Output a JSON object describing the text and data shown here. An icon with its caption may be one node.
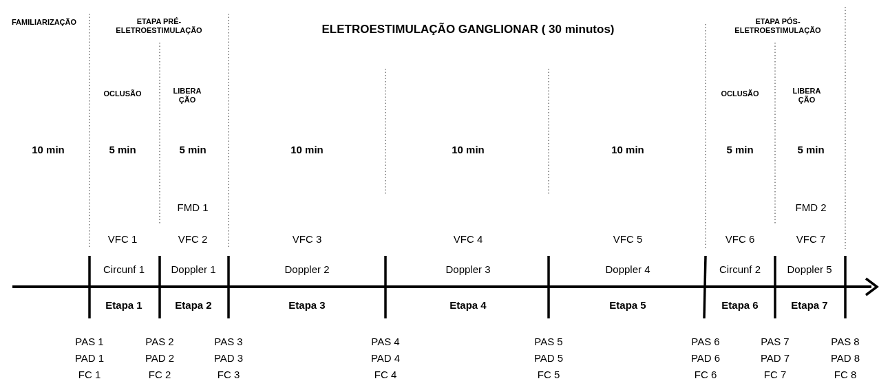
{
  "diagram": {
    "title": "ELETROESTIMULAÇÃO GANGLIONAR ( 30 minutos)",
    "labels": [
      "FAMILIARIZAÇÃO",
      "ETAPA PRÉ- ELETROESTIMULAÇÃO",
      "ETAPA PÓS- ELETROESTIMULAÇÃO",
      "OCLUSÃO",
      "LIBERA ÇÃO",
      "OCLUSÃO",
      "LIBERA ÇÃO",
      "10 min",
      "5 min",
      "5 min",
      "10 min",
      "10 min",
      "10 min",
      "5 min",
      "5 min",
      "FMD 1",
      "FMD 2",
      "VFC 1",
      "VFC 2",
      "VFC 3",
      "VFC 4",
      "VFC 5",
      "VFC 6",
      "VFC 7",
      "Circunf 1",
      "Doppler 1",
      "Doppler 2",
      "Doppler 3",
      "Doppler 4",
      "Circunf 2",
      "Doppler 5",
      "Etapa 1",
      "Etapa 2",
      "Etapa 3",
      "Etapa 4",
      "Etapa 5",
      "Etapa 6",
      "Etapa 7",
      "PAS 1",
      "PAS 2",
      "PAS 3",
      "PAS 4",
      "PAS 5",
      "PAS 6",
      "PAS 7",
      "PAS 8",
      "PAD 1",
      "PAD 2",
      "PAD 3",
      "PAD 4",
      "PAD 5",
      "PAD 6",
      "PAD 7",
      "PAD 8",
      "FC 1",
      "FC 2",
      "FC 3",
      "FC 4",
      "FC 5",
      "FC 6",
      "FC 7",
      "FC 8"
    ]
  }
}
